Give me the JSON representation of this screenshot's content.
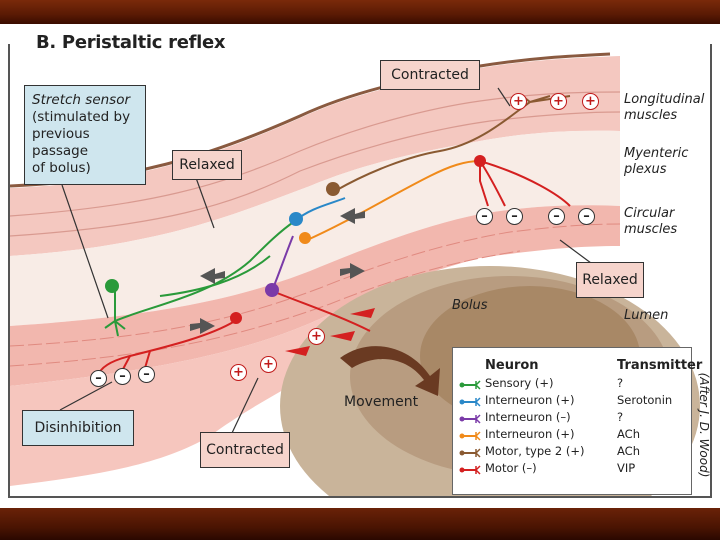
{
  "title": "B. Peristaltic reflex",
  "labels": {
    "stretch_sensor": [
      "Stretch sensor",
      "(stimulated by",
      "previous passage",
      "of bolus)"
    ],
    "relaxed_upper": "Relaxed",
    "contracted_top": "Contracted",
    "relaxed_right": "Relaxed",
    "disinhibition": "Disinhibition",
    "contracted_bottom": "Contracted",
    "movement": "Movement",
    "bolus": "Bolus",
    "longitudinal": [
      "Longitudinal",
      "muscles"
    ],
    "myenteric": [
      "Myenteric",
      "plexus"
    ],
    "circular": [
      "Circular",
      "muscles"
    ],
    "lumen": "Lumen"
  },
  "legend": {
    "neuron_header": "Neuron",
    "transmitter_header": "Transmitter",
    "rows": [
      {
        "name": "Sensory (+)",
        "transmitter": "?",
        "color": "#2a9a3a"
      },
      {
        "name": "Interneuron (+)",
        "transmitter": "Serotonin",
        "color": "#2a88c8"
      },
      {
        "name": "Interneuron (–)",
        "transmitter": "?",
        "color": "#7a3aa8"
      },
      {
        "name": "Interneuron (+)",
        "transmitter": "ACh",
        "color": "#f08a1a"
      },
      {
        "name": "Motor, type 2 (+)",
        "transmitter": "ACh",
        "color": "#8a5a32"
      },
      {
        "name": "Motor (–)",
        "transmitter": "VIP",
        "color": "#d42020"
      }
    ]
  },
  "credit": "(After J. D. Wood)",
  "symbols": {
    "plus": "+",
    "minus": "–"
  }
}
